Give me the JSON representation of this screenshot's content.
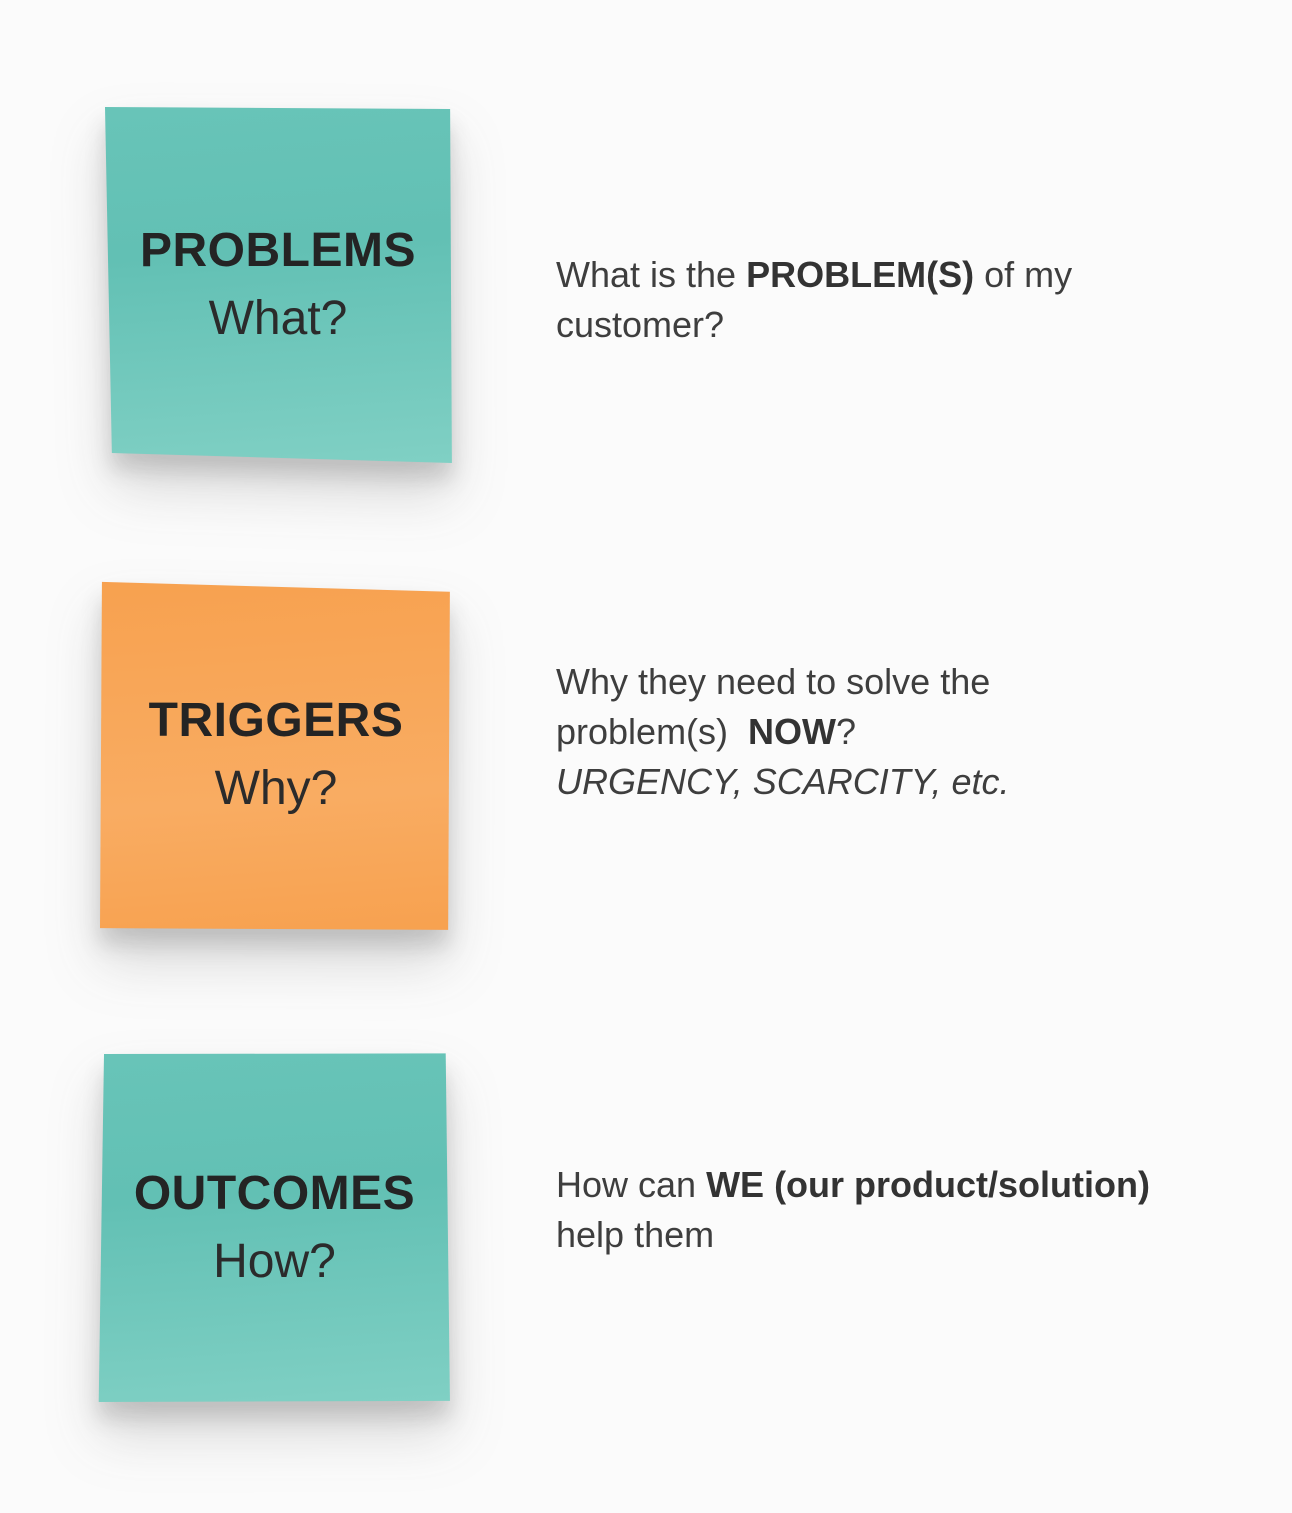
{
  "colors": {
    "background": "#fbfbfb",
    "teal": "#68c4b8",
    "teal_light": "#80d0c4",
    "teal_dark": "#62c0b4",
    "orange": "#f7a14f",
    "orange_light": "#f9ac62",
    "title_text": "#242424",
    "body_text": "#3e3e3e"
  },
  "rows": [
    {
      "note": {
        "title": "PROBLEMS",
        "subtitle": "What?",
        "color_name": "teal"
      },
      "lines": [
        {
          "segments": [
            {
              "text": "What is the ",
              "style": "regular"
            },
            {
              "text": "PROBLEM(S)",
              "style": "bold"
            },
            {
              "text": " of my",
              "style": "regular"
            }
          ]
        },
        {
          "segments": [
            {
              "text": "customer?",
              "style": "regular"
            }
          ]
        }
      ]
    },
    {
      "note": {
        "title": "TRIGGERS",
        "subtitle": "Why?",
        "color_name": "orange"
      },
      "lines": [
        {
          "segments": [
            {
              "text": "Why they need to solve the",
              "style": "regular"
            }
          ]
        },
        {
          "segments": [
            {
              "text": "problem(s)  ",
              "style": "regular"
            },
            {
              "text": "NOW",
              "style": "bold"
            },
            {
              "text": "?",
              "style": "regular"
            }
          ]
        },
        {
          "segments": [
            {
              "text": "URGENCY, SCARCITY, etc.",
              "style": "italic"
            }
          ]
        }
      ]
    },
    {
      "note": {
        "title": "OUTCOMES",
        "subtitle": "How?",
        "color_name": "teal"
      },
      "lines": [
        {
          "segments": [
            {
              "text": "How can ",
              "style": "regular"
            },
            {
              "text": "WE (our product/solution)",
              "style": "bold"
            }
          ]
        },
        {
          "segments": [
            {
              "text": "help them",
              "style": "regular"
            }
          ]
        }
      ]
    }
  ]
}
